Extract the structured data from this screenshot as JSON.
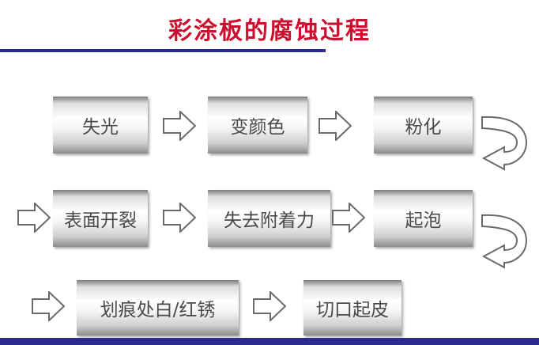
{
  "title": "彩涂板的腐蚀过程",
  "colors": {
    "title": "#cc0f2f",
    "rule": "#2d2b8f",
    "box_text": "#4a4a4a",
    "arrow_stroke": "#6a6a6a"
  },
  "stages": [
    {
      "label": "失光"
    },
    {
      "label": "变颜色"
    },
    {
      "label": "粉化"
    },
    {
      "label": "表面开裂"
    },
    {
      "label": "失去附着力"
    },
    {
      "label": "起泡"
    },
    {
      "label": "划痕处白/红锈"
    },
    {
      "label": "切口起皮"
    }
  ]
}
